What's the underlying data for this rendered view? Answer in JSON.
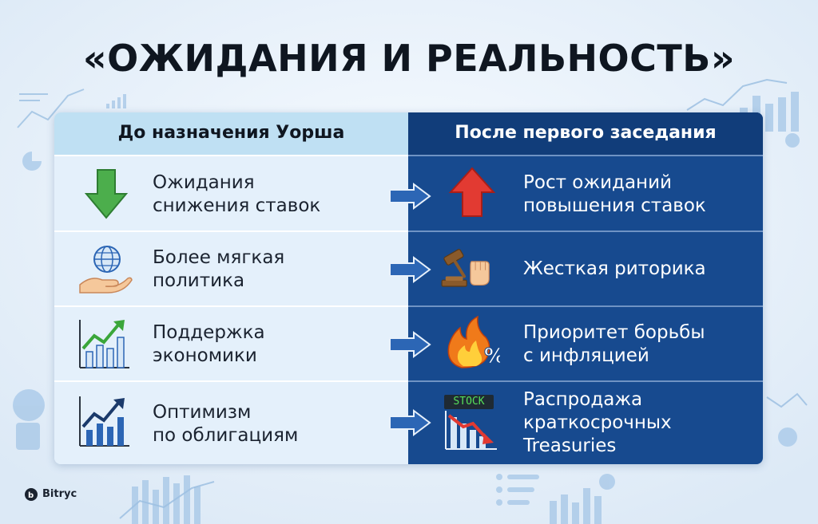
{
  "title": "«ОЖИДАНИЯ И РЕАЛЬНОСТЬ»",
  "headers": {
    "before": "До назначения Уорша",
    "after": "После первого заседания"
  },
  "rows": [
    {
      "before": "Ожидания снижения ставок",
      "before_lines": [
        "Ожидания",
        "снижения ставок"
      ],
      "before_icon": "green-down-arrow-icon",
      "after": "Рост ожиданий повышения ставок",
      "after_lines": [
        "Рост ожиданий",
        "повышения ставок"
      ],
      "after_icon": "red-up-arrow-icon"
    },
    {
      "before": "Более мягкая политика",
      "before_lines": [
        "Более мягкая",
        "политика"
      ],
      "before_icon": "globe-in-hand-icon",
      "after": "Жесткая риторика",
      "after_lines": [
        "Жесткая риторика"
      ],
      "after_icon": "gavel-fist-icon"
    },
    {
      "before": "Поддержка экономики",
      "before_lines": [
        "Поддержка",
        "экономики"
      ],
      "before_icon": "growth-chart-icon",
      "after": "Приоритет борьбы с инфляцией",
      "after_lines": [
        "Приоритет борьбы",
        "с инфляцией"
      ],
      "after_icon": "fire-percent-icon"
    },
    {
      "before": "Оптимизм по облигациям",
      "before_lines": [
        "Оптимизм",
        "по облигациям"
      ],
      "before_icon": "rising-bar-chart-icon",
      "after": "Распродажа краткосрочных Treasuries",
      "after_lines": [
        "Распродажа",
        "краткосрочных",
        "Treasuries"
      ],
      "after_icon": "stock-falling-chart-icon",
      "after_icon_label": "STOCK"
    }
  ],
  "brand": {
    "name": "Bitryc",
    "icon": "bitryc-logo-icon"
  },
  "colors": {
    "left_bg": "#e4f0fb",
    "left_header": "#bfe0f3",
    "right_bg": "#174a8f",
    "right_header": "#113d7a",
    "arrow": "#2c66b5",
    "title": "#0f1620"
  }
}
